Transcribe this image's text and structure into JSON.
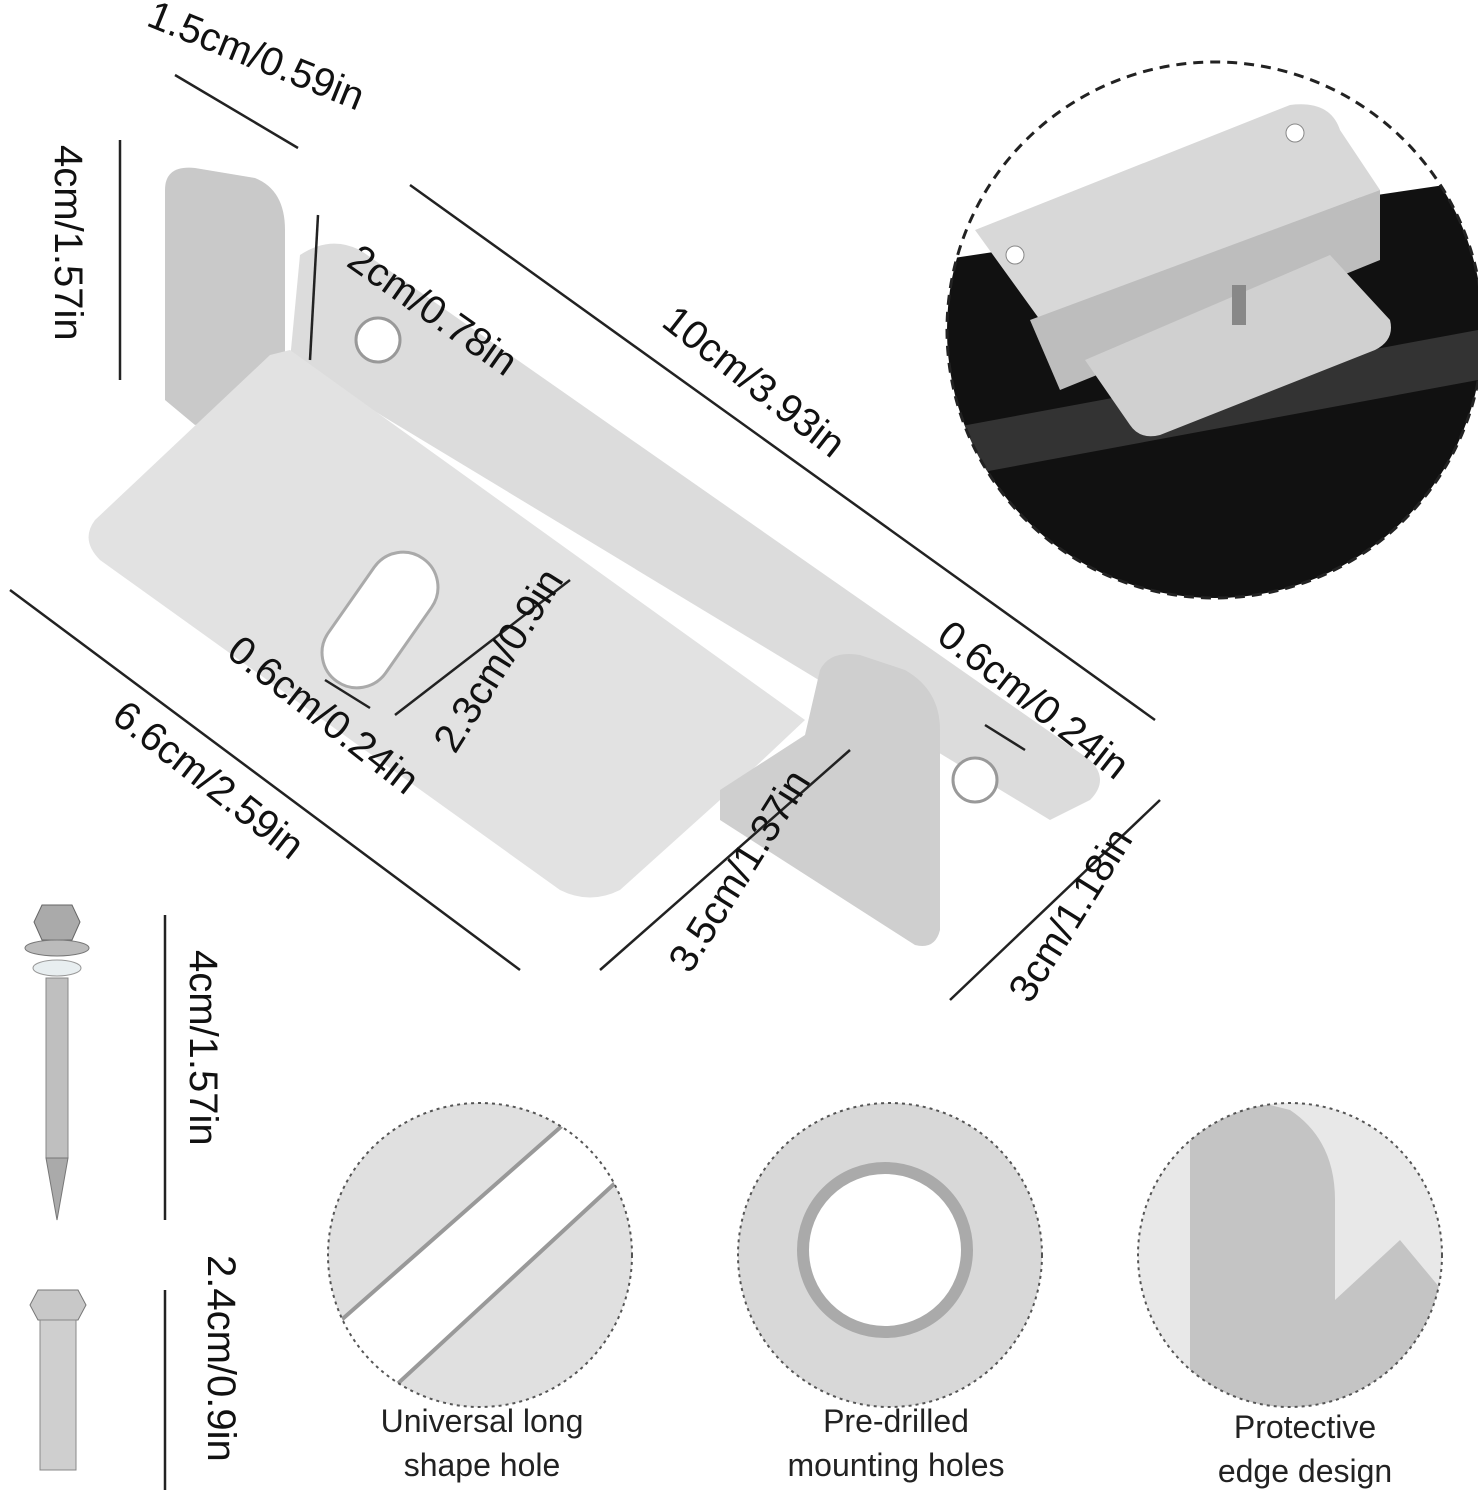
{
  "dimensions": {
    "tab_width": "1.5cm/0.59in",
    "tab_height": "4cm/1.57in",
    "hole_offset": "2cm/0.78in",
    "total_length": "10cm/3.93in",
    "slot_length": "2.3cm/0.9in",
    "slot_width": "0.6cm/0.24in",
    "base_width": "6.6cm/2.59in",
    "hole_diameter": "0.6cm/0.24in",
    "step_height": "3.5cm/1.37in",
    "right_width": "3cm/1.18in",
    "self_tapping_screw_length": "4cm/1.57in",
    "bolt_length": "2.4cm/0.9in"
  },
  "features": [
    {
      "line1": "Universal long",
      "line2": "shape hole"
    },
    {
      "line1": "Pre-drilled",
      "line2": "mounting holes"
    },
    {
      "line1": "Protective",
      "line2": "edge design"
    }
  ],
  "colors": {
    "metal": "#d9d9d9",
    "metal_dark": "#b8b8b8",
    "panel": "#111111"
  }
}
